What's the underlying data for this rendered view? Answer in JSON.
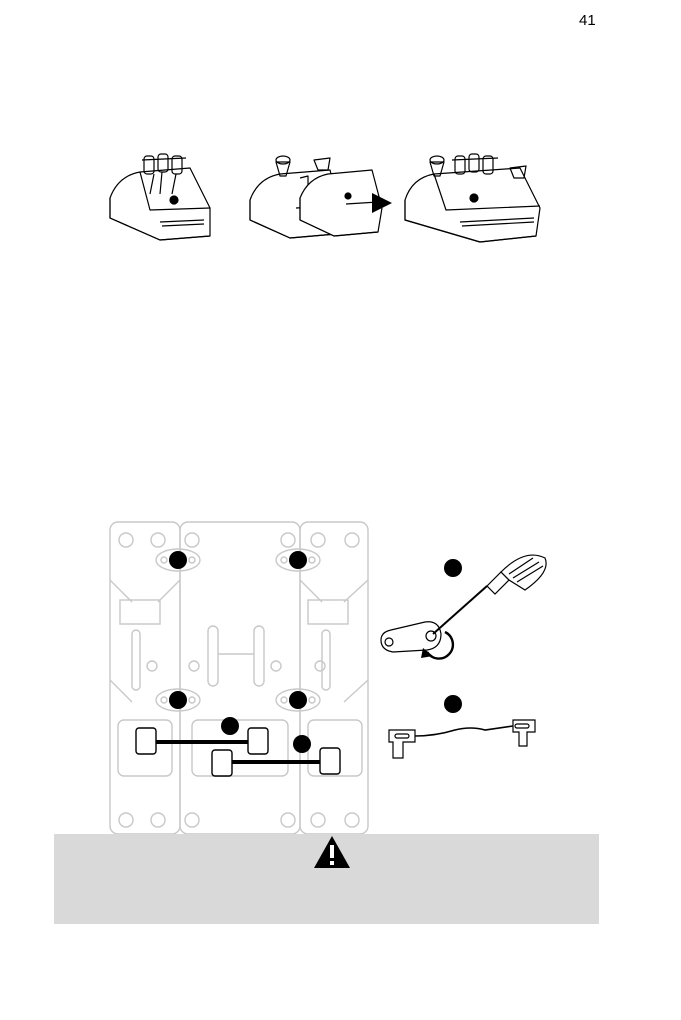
{
  "page": {
    "number": "41"
  },
  "figures": {
    "throttles": {
      "icon": "throttle-quadrant-assembly"
    },
    "baseplate": {
      "icon": "baseplate-bottom-view"
    },
    "screwdriver": {
      "icon": "screwdriver-icon"
    },
    "cable": {
      "icon": "cable-icon"
    }
  },
  "warning": {
    "icon": "warning-triangle-icon",
    "background": "#d9d9d9"
  }
}
